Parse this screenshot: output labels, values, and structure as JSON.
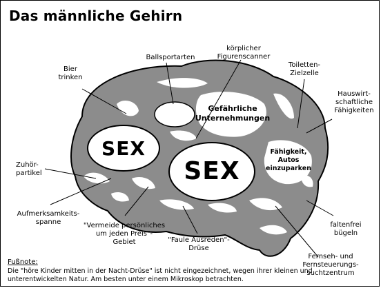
{
  "title": "Das männliche Gehirn",
  "labels": {
    "bier": "Bier\ntrinken",
    "ballsport": "Ballsportarten",
    "figuren": "körplicher\nFigurenscanner",
    "toiletten": "Toiletten-\nZielzelle",
    "hauswirt": "Hauswirt-\nschaftliche\nFähigkeiten",
    "zuhoer": "Zuhör-\npartikel",
    "aufmerk": "Aufmerksamkeits-\nspanne",
    "vermeide": "\"Vermeide persönliches\num jeden Preis\"-\nGebiet",
    "faule": "\"Faule Ausreden\"-\nDrüse",
    "faltenfrei": "faltenfrei\nbügeln",
    "fernseh": "Fernseh- und\nFernsteuerungs-\nsuchtzentrum"
  },
  "regions": {
    "sex_small": "SEX",
    "sex_large": "SEX",
    "gefaehrlich": "Gefährliche\nUnternehmungen",
    "einparken": "Fähigkeit,\nAutos\neinzuparken"
  },
  "footnote": {
    "heading": "Fußnote:",
    "text": "Die \"höre Kinder mitten in der Nacht-Drüse\" ist nicht eingezeichnet, wegen  ihrer kleinen und unterentwickelten Natur. Am besten unter einem Mikroskop betrachten."
  },
  "colors": {
    "brain_fill": "#8c8c8c",
    "region_fill": "#ffffff",
    "outline": "#000000"
  }
}
